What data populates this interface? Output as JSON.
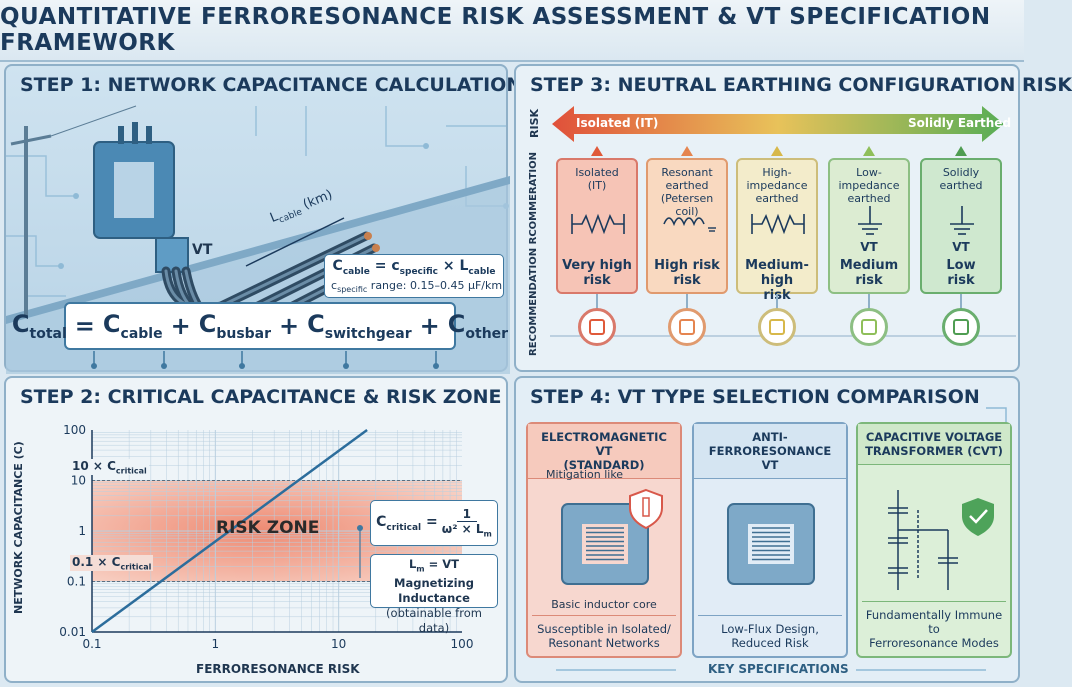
{
  "title": "QUANTITATIVE FERRORESONANCE RISK ASSESSMENT & VT SPECIFICATION FRAMEWORK",
  "step1": {
    "heading": "STEP 1: NETWORK CAPACITANCE CALCULATION",
    "vt_label": "VT",
    "cable_length_label": "L",
    "cable_length_sub": "cable",
    "cable_length_unit": "(km)",
    "cable_formula_lhs": "C",
    "cable_formula_lhs_sub": "cable",
    "cable_formula_eq": "= c",
    "cable_formula_mid_sub": "specific",
    "cable_formula_times": "× L",
    "cable_formula_rhs_sub": "cable",
    "range_label": "c",
    "range_sub": "specific",
    "range_text": "range: 0.15–0.45 μF/km",
    "total_formula": [
      {
        "main": "C",
        "sub": "total"
      },
      {
        "op": "="
      },
      {
        "main": "C",
        "sub": "cable"
      },
      {
        "op": "+"
      },
      {
        "main": "C",
        "sub": "busbar"
      },
      {
        "op": "+"
      },
      {
        "main": "C",
        "sub": "switchgear"
      },
      {
        "op": "+"
      },
      {
        "main": "C",
        "sub": "other"
      }
    ]
  },
  "step2": {
    "heading": "STEP 2: CRITICAL CAPACITANCE & RISK ZONE",
    "xlabel": "FERRORESONANCE RISK",
    "ylabel": "NETWORK CAPACITANCE (C)",
    "x_ticks": [
      "0.1",
      "1",
      "10",
      "100"
    ],
    "y_ticks": [
      "100",
      "10",
      "1",
      "0.1",
      "0.01"
    ],
    "upper_band_label": "10 × C",
    "upper_band_sub": "critical",
    "lower_band_label": "0.1 × C",
    "lower_band_sub": "critical",
    "zone_label": "RISK ZONE",
    "crit_lhs": "C",
    "crit_lhs_sub": "critical",
    "crit_num": "1",
    "crit_den": "ω² × L",
    "crit_den_sub": "m",
    "lm_line1": "L",
    "lm_line1_sub": "m",
    "lm_line1_rest": " = VT Magnetizing",
    "lm_line2": "Inductance",
    "lm_line3": "(obtainable from data)"
  },
  "chart_data": {
    "type": "line",
    "title": "",
    "xlabel": "FERRORESONANCE RISK",
    "ylabel": "NETWORK CAPACITANCE (C)",
    "x_scale": "log",
    "y_scale": "log",
    "xlim": [
      0.1,
      100
    ],
    "ylim": [
      0.01,
      100
    ],
    "series": [
      {
        "x": [
          0.1,
          17
        ],
        "y": [
          0.01,
          100
        ]
      }
    ],
    "bands": [
      {
        "label": "RISK ZONE",
        "y_from": 0.1,
        "y_to": 10
      }
    ],
    "grid": true
  },
  "step3": {
    "heading": "STEP 3: NEUTRAL EARTHING CONFIGURATION RISK",
    "axis_left": "Isolated (IT)",
    "axis_right": "Solidly Earthed",
    "side_risk": "RISK",
    "side_rec": "RECOMMENDATION RCOMMERATION",
    "configs": [
      {
        "name": "Isolated\n(IT)",
        "risk": "Very high\nrisk",
        "color": "#f6c4b6",
        "border": "#d9796a",
        "marker": "#e05a3a"
      },
      {
        "name": "Resonant earthed\n(Petersen coil)",
        "risk": "High risk\nrisk",
        "color": "#f9d9c0",
        "border": "#e09a6e",
        "marker": "#e58550"
      },
      {
        "name": "High-impedance\nearthed",
        "risk": "Medium-high\nrisk",
        "color": "#f3eccb",
        "border": "#cdbd7a",
        "marker": "#d7b84a"
      },
      {
        "name": "Low-impedance\nearthed",
        "risk": "Medium\nrisk",
        "color": "#dcecd2",
        "border": "#8dbf83",
        "marker": "#8fbf5a"
      },
      {
        "name": "Solidly\nearthed",
        "risk": "Low\nrisk",
        "color": "#cfe8cf",
        "border": "#6aae6e",
        "marker": "#4f9d52"
      }
    ],
    "vt_text": "VT"
  },
  "step4": {
    "heading": "STEP 4: VT TYPE SELECTION COMPARISON",
    "cards": [
      {
        "head": "ELECTROMAGNETIC VT\n(STANDARD)",
        "note": "Mitigation like",
        "caption": "Basic inductor core",
        "foot": "Susceptible in Isolated/\nResonant Networks",
        "bg": "#f7d7cf",
        "border": "#dc8a78",
        "headbg": "#f6cabd"
      },
      {
        "head": "ANTI-FERRORESONANCE\nVT",
        "note": "",
        "caption": "",
        "foot": "Low-Flux Design,\nReduced Risk",
        "bg": "#e1ecf6",
        "border": "#7da3c4",
        "headbg": "#d5e5f2"
      },
      {
        "head": "CAPACITIVE VOLTAGE\nTRANSFORMER (CVT)",
        "note": "",
        "caption": "",
        "foot": "Fundamentally Immune to\nFerroresonance Modes",
        "bg": "#dcefd8",
        "border": "#7cb77a",
        "headbg": "#cfe8ca"
      }
    ],
    "key_specs": "KEY SPECIFICATIONS"
  }
}
